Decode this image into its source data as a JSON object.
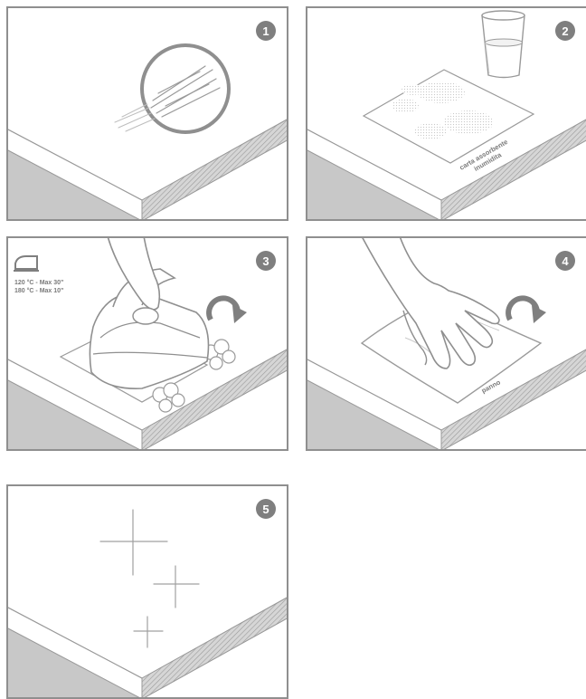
{
  "colors": {
    "frame": "#8f8f8f",
    "board_side": "#c8c8c8",
    "badge": "#7f7f7f",
    "line": "#9a9a9a"
  },
  "steps": [
    {
      "number": "1",
      "icon": "scratch-icon"
    },
    {
      "number": "2",
      "icon": "glass-icon",
      "paper_label_line1": "carta assorbente",
      "paper_label_line2": "inumidita"
    },
    {
      "number": "3",
      "icon": "iron-icon",
      "iron_setting_1": "120 °C - Max 30\"",
      "iron_setting_2": "180 °C - Max 10\""
    },
    {
      "number": "4",
      "icon": "hand-icon",
      "cloth_label": "panno"
    },
    {
      "number": "5",
      "icon": "sparkle-icon"
    }
  ]
}
